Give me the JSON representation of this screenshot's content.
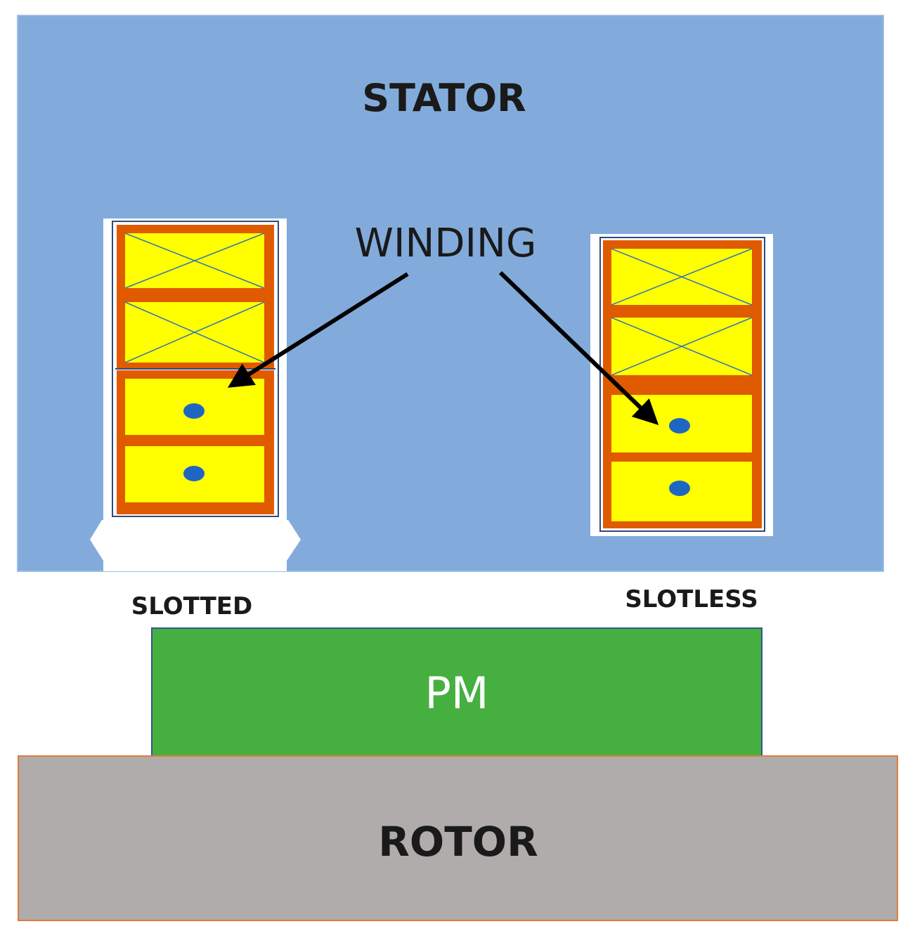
{
  "labels": {
    "stator": "STATOR",
    "winding": "WINDING",
    "slotted": "SLOTTED",
    "slotless": "SLOTLESS",
    "pm": "PM",
    "rotor": "ROTOR"
  },
  "colors": {
    "stator": "#82abdc",
    "slot_background": "#ffffff",
    "coil_frame": "#e05a00",
    "coil_fill": "#ffff00",
    "cross_lines": "#2e75b6",
    "conductor_dot": "#1f66c2",
    "pm": "#45b03f",
    "rotor": "#b0acab",
    "rotor_border": "#e07b39",
    "arrow": "#000000",
    "label_text": "#1a1a1a",
    "pm_text": "#ffffff"
  },
  "icons": {
    "cross_coil": "cross-section-into-page",
    "dot_coil": "cross-section-out-of-page"
  }
}
